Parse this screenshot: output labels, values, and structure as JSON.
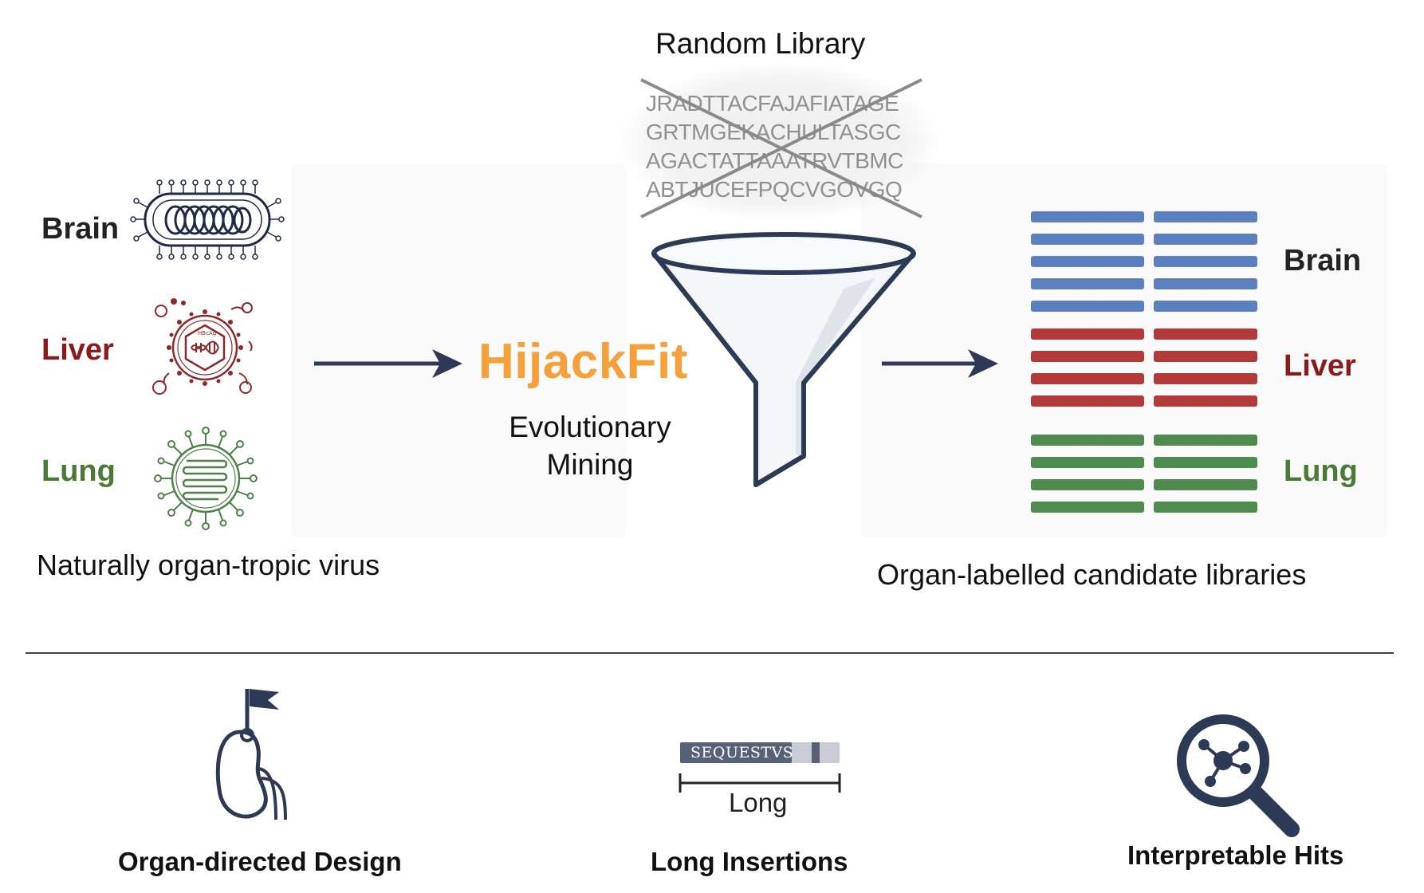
{
  "left_panel": {
    "organs": [
      {
        "name": "Brain",
        "color": "#222222",
        "icon": "brain-tropic-virus-icon"
      },
      {
        "name": "Liver",
        "color": "#8b1a1a",
        "icon": "liver-tropic-virus-icon"
      },
      {
        "name": "Lung",
        "color": "#4a7a33",
        "icon": "lung-tropic-virus-icon"
      }
    ],
    "caption": "Naturally organ-tropic virus"
  },
  "center_panel": {
    "method_name": "HijackFit",
    "method_subtitle_line1": "Evolutionary",
    "method_subtitle_line2": "Mining",
    "random_library": {
      "title": "Random Library",
      "sequences": [
        "JRADTTACFAJAFIATAGE",
        "GRTMGEKACHULTASGC",
        "AGACTATTAAATRVTBMC",
        "ABTJUCEFPQCVGOVGQ"
      ],
      "status": "crossed-out"
    }
  },
  "right_panel": {
    "groups": [
      {
        "name": "Brain",
        "color": "#222222",
        "bar_color": "#5b7fbf",
        "rows": 5
      },
      {
        "name": "Liver",
        "color": "#8b1a1a",
        "bar_color": "#b33a3a",
        "rows": 4
      },
      {
        "name": "Lung",
        "color": "#4a7a33",
        "bar_color": "#4f8a4f",
        "rows": 4
      }
    ],
    "caption": "Organ-labelled candidate libraries"
  },
  "features": [
    {
      "label": "Organ-directed Design",
      "icon": "kidney-flag-icon"
    },
    {
      "label": "Long Insertions",
      "icon": "long-sequence-icon",
      "sequence_text": "SEQUESTVS",
      "scale_label": "Long"
    },
    {
      "label": "Interpretable Hits",
      "icon": "magnifier-network-icon"
    }
  ],
  "colors": {
    "accent": "#f5a03a",
    "arrow": "#2d3a55",
    "funnel_stroke": "#2d3a55"
  }
}
